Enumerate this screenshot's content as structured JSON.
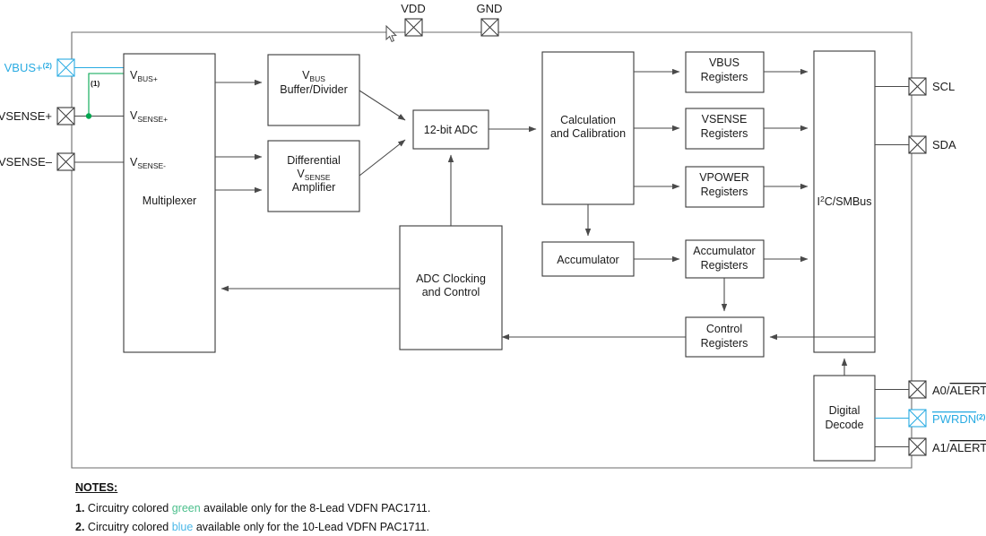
{
  "diagram": {
    "title": "PAC1711 Block Diagram",
    "colors": {
      "green": "#00a650",
      "blue": "#29abe2",
      "wire": "#4a4a4a",
      "block_stroke": "#3a3a3a"
    },
    "blocks": [
      {
        "id": "multiplexer",
        "label": "Multiplexer"
      },
      {
        "id": "vbus_buffer",
        "line1": "V",
        "sub1": "BUS",
        "line2": "Buffer/Divider"
      },
      {
        "id": "diff_amp",
        "line1": "Differential",
        "line2": "V",
        "sub2": "SENSE",
        "line3": "Amplifier"
      },
      {
        "id": "adc",
        "label": "12-bit ADC"
      },
      {
        "id": "adc_clock",
        "line1": "ADC Clocking",
        "line2": "and Control"
      },
      {
        "id": "calc",
        "line1": "Calculation",
        "line2": "and Calibration"
      },
      {
        "id": "vbus_regs",
        "line1": "VBUS",
        "line2": "Registers"
      },
      {
        "id": "vsense_regs",
        "line1": "VSENSE",
        "line2": "Registers"
      },
      {
        "id": "vpower_regs",
        "line1": "VPOWER",
        "line2": "Registers"
      },
      {
        "id": "accumulator",
        "label": "Accumulator"
      },
      {
        "id": "accum_regs",
        "line1": "Accumulator",
        "line2": "Registers"
      },
      {
        "id": "ctrl_regs",
        "line1": "Control",
        "line2": "Registers"
      },
      {
        "id": "i2c",
        "label": "I2C/SMBus",
        "label_main": "I",
        "label_sup": "2",
        "label_rest": "C/SMBus"
      },
      {
        "id": "digital_dec",
        "line1": "Digital",
        "line2": "Decode"
      }
    ],
    "mux_inputs": [
      {
        "id": "vbus_p",
        "main": "V",
        "sub": "BUS+"
      },
      {
        "id": "vsense_p",
        "main": "V",
        "sub": "SENSE+"
      },
      {
        "id": "vsense_n",
        "main": "V",
        "sub": "SENSE-"
      }
    ],
    "pins_top": [
      {
        "id": "vdd",
        "label": "VDD"
      },
      {
        "id": "gnd",
        "label": "GND"
      }
    ],
    "pins_left": [
      {
        "id": "vbus_plus",
        "label": "VBUS+",
        "sup": "(2)",
        "color": "blue"
      },
      {
        "id": "vsense_plus",
        "label": "VSENSE+",
        "sup": "",
        "color": "black"
      },
      {
        "id": "vsense_minus",
        "label": "VSENSE–",
        "sup": "",
        "color": "black"
      }
    ],
    "pins_right": [
      {
        "id": "scl",
        "label": "SCL",
        "color": "black",
        "overline": ""
      },
      {
        "id": "sda",
        "label": "SDA",
        "color": "black",
        "overline": ""
      },
      {
        "id": "a0_alert",
        "label": "A0/",
        "overline": "ALERT",
        "sup": "",
        "color": "black"
      },
      {
        "id": "pwrdn",
        "label": "",
        "overline": "PWRDN",
        "sup": "(2)",
        "color": "blue"
      },
      {
        "id": "a1_alert",
        "label": "A1/",
        "overline": "ALERT",
        "sup": "",
        "color": "black"
      }
    ],
    "callouts": [
      {
        "id": "note-ref-1",
        "text": "(1)"
      }
    ]
  },
  "notes": {
    "header": "NOTES:",
    "items": [
      {
        "num": "1.",
        "pre": "Circuitry colored ",
        "colorword": "green",
        "post": " available only for the 8-Lead VDFN PAC1711."
      },
      {
        "num": "2.",
        "pre": "Circuitry colored ",
        "colorword": "blue",
        "post": " available only for the 10-Lead VDFN PAC1711."
      }
    ]
  }
}
